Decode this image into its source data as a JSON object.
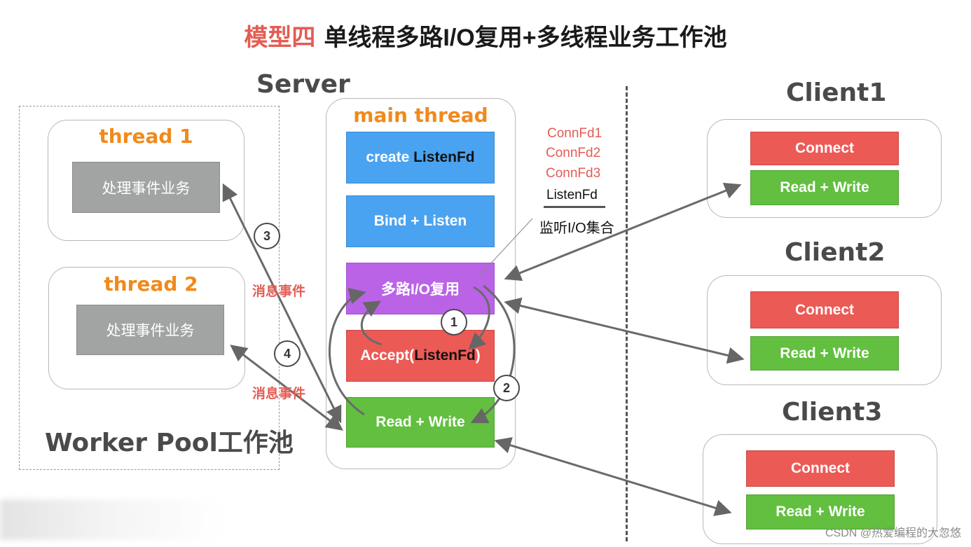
{
  "title": {
    "prefix": "模型四",
    "main": "单线程多路I/O复用+多线程业务工作池"
  },
  "server": {
    "label": "Server",
    "main_thread": "main thread",
    "create": {
      "pre": "create ",
      "post": "ListenFd"
    },
    "bind": "Bind + Listen",
    "multiplex": "多路I/O复用",
    "accept": {
      "pre": "Accept(",
      "mid": "ListenFd",
      "post": ")"
    },
    "rw": "Read + Write"
  },
  "fdset": {
    "conn1": "ConnFd1",
    "conn2": "ConnFd2",
    "conn3": "ConnFd3",
    "listen": "ListenFd",
    "label": "监听I/O集合"
  },
  "worker_pool": {
    "label": "Worker Pool工作池",
    "thread1": {
      "name": "thread 1",
      "task": "处理事件业务"
    },
    "thread2": {
      "name": "thread 2",
      "task": "处理事件业务"
    }
  },
  "steps": {
    "s1": "1",
    "s2": "2",
    "s3": "3",
    "s4": "4"
  },
  "msg_event_1": "消息事件",
  "msg_event_2": "消息事件",
  "clients": [
    {
      "name": "Client1",
      "connect": "Connect",
      "rw": "Read + Write"
    },
    {
      "name": "Client2",
      "connect": "Connect",
      "rw": "Read + Write"
    },
    {
      "name": "Client3",
      "connect": "Connect",
      "rw": "Read + Write"
    }
  ],
  "watermark": "CSDN @热爱编程的大忽悠"
}
